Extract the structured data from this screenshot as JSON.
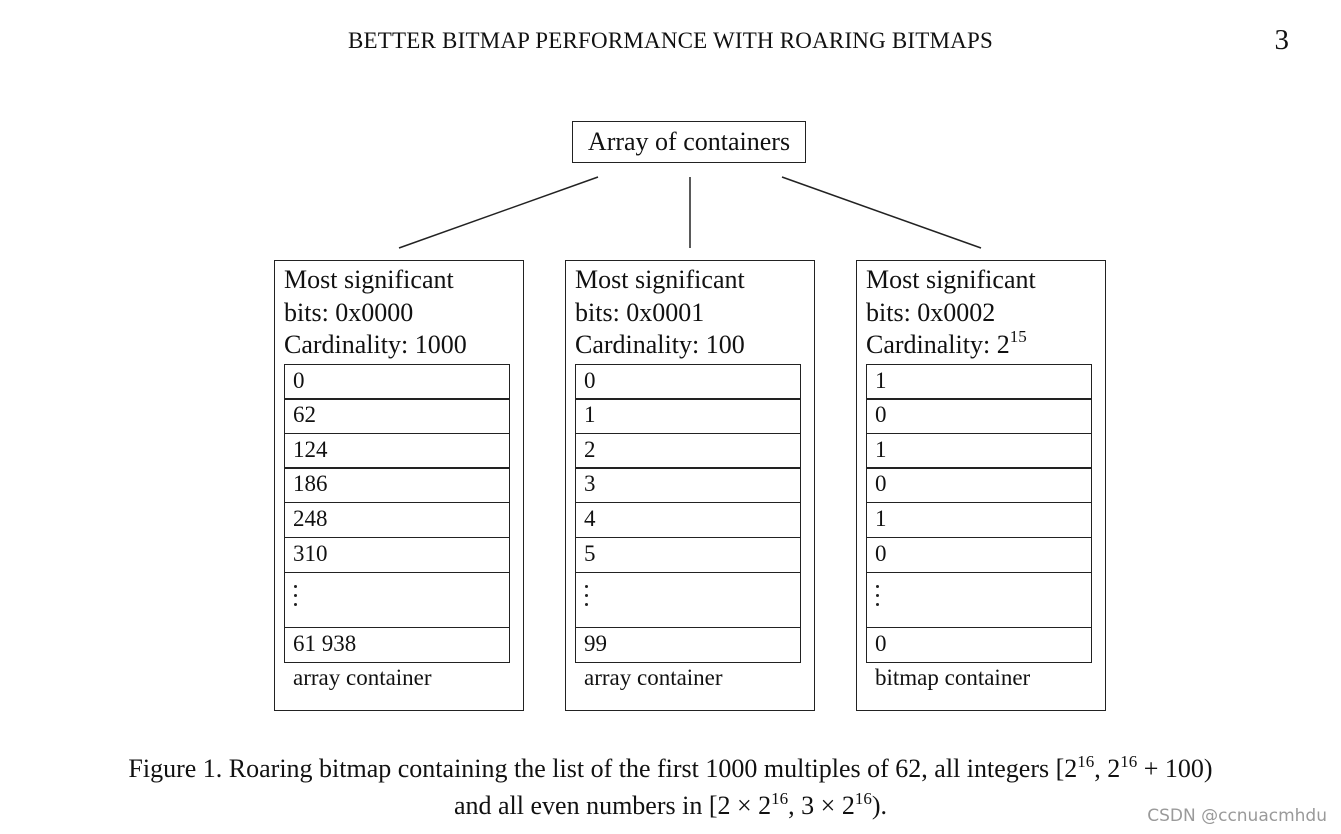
{
  "running_head": "BETTER BITMAP PERFORMANCE WITH ROARING BITMAPS",
  "page_number": "3",
  "root": {
    "label": "Array of containers"
  },
  "containers": [
    {
      "line1": "Most significant",
      "line2": "bits: 0x0000",
      "cardinality_prefix": "Cardinality: ",
      "cardinality_base": "1000",
      "cardinality_exp": "",
      "cells": [
        "0",
        "62",
        "124",
        "186",
        "248",
        "310"
      ],
      "last_cell": "61 938",
      "type": "array container"
    },
    {
      "line1": "Most significant",
      "line2": "bits: 0x0001",
      "cardinality_prefix": "Cardinality: ",
      "cardinality_base": "100",
      "cardinality_exp": "",
      "cells": [
        "0",
        "1",
        "2",
        "3",
        "4",
        "5"
      ],
      "last_cell": "99",
      "type": "array container"
    },
    {
      "line1": "Most significant",
      "line2": "bits: 0x0002",
      "cardinality_prefix": "Cardinality: ",
      "cardinality_base": "2",
      "cardinality_exp": "15",
      "cells": [
        "1",
        "0",
        "1",
        "0",
        "1",
        "0"
      ],
      "last_cell": "0",
      "type": "bitmap container"
    }
  ],
  "caption": {
    "p1": "Figure 1. Roaring bitmap containing the list of the first 1000 multiples of 62, all integers [2",
    "e1": "16",
    "p2": ", 2",
    "e2": "16",
    "p3": " + 100)",
    "p4": "and all even numbers in [2 × 2",
    "e3": "16",
    "p5": ", 3 × 2",
    "e4": "16",
    "p6": ")."
  },
  "watermark": "CSDN @ccnuacmhdu"
}
